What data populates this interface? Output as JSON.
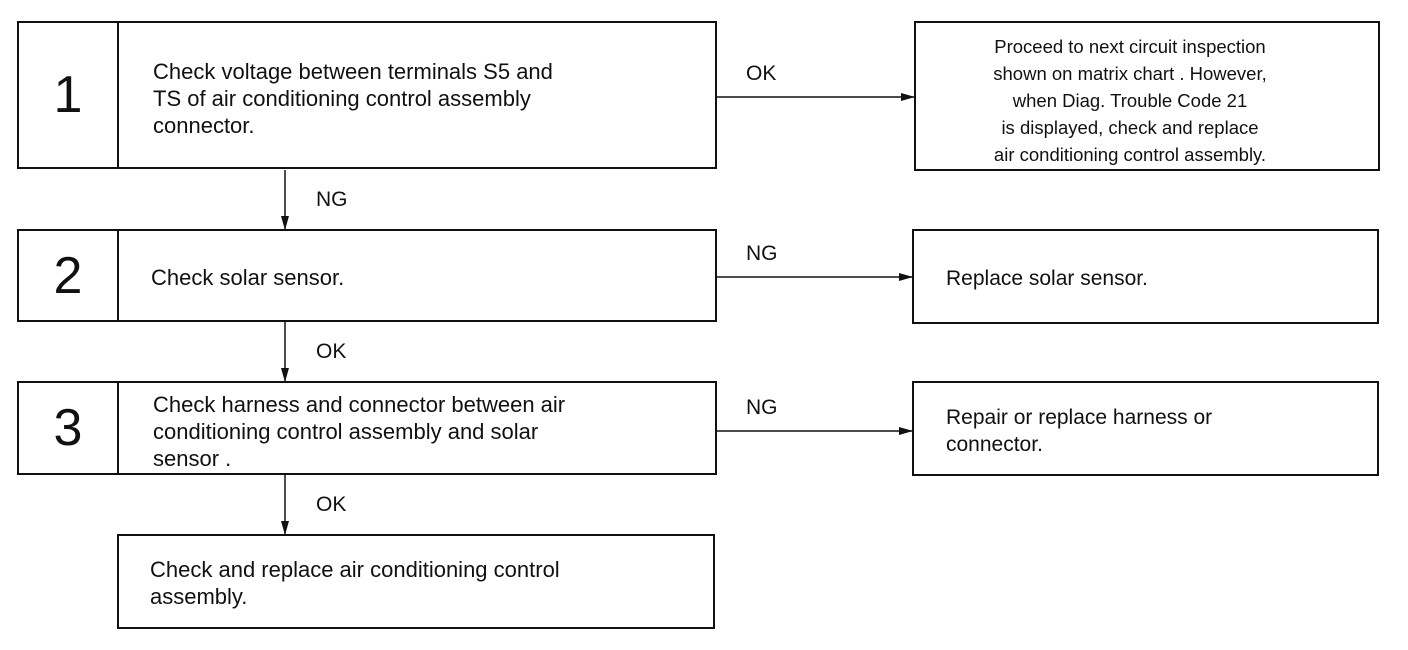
{
  "steps": [
    {
      "number": "1",
      "text": "Check voltage between terminals S5 and\nTS of air conditioning control assembly\nconnector."
    },
    {
      "number": "2",
      "text": "Check solar sensor."
    },
    {
      "number": "3",
      "text": "Check harness and connector between air\nconditioning control assembly and solar\nsensor ."
    }
  ],
  "final_step": {
    "text": "Check and replace air conditioning control\nassembly."
  },
  "results": [
    {
      "text": "Proceed to next circuit inspection\nshown on matrix chart . However,\nwhen Diag. Trouble Code 21\nis displayed, check and replace\nair conditioning control assembly."
    },
    {
      "text": "Replace solar sensor."
    },
    {
      "text": "Repair or replace harness or\nconnector."
    }
  ],
  "edge_labels": {
    "step1_right": "OK",
    "step1_down": "NG",
    "step2_right": "NG",
    "step2_down": "OK",
    "step3_right": "NG",
    "step3_down": "OK"
  }
}
